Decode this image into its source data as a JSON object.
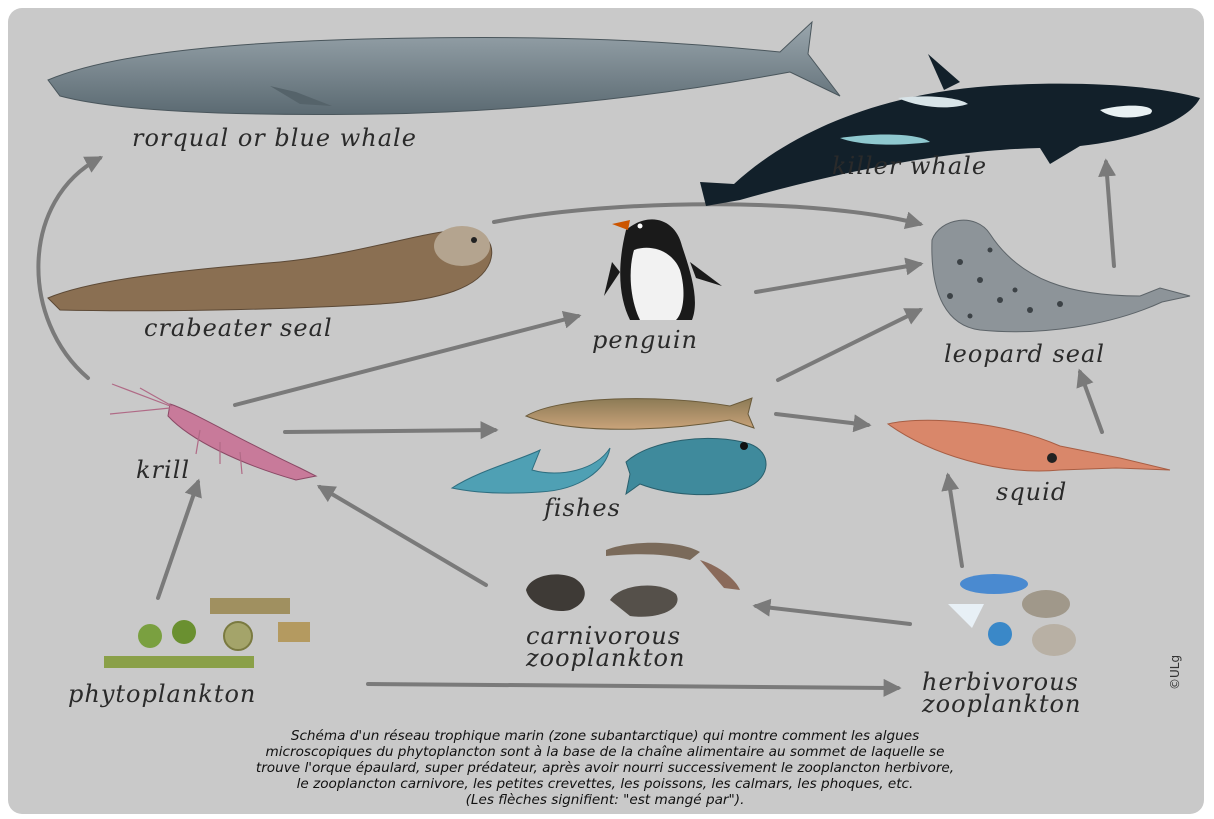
{
  "organisms": {
    "blue_whale": "rorqual or blue whale",
    "killer_whale": "killer whale",
    "crabeater_seal": "crabeater seal",
    "penguin": "penguin",
    "leopard_seal": "leopard seal",
    "krill": "krill",
    "fishes": "fishes",
    "squid": "squid",
    "carnivorous_zooplankton_1": "carnivorous",
    "carnivorous_zooplankton_2": "zooplankton",
    "phytoplankton": "phytoplankton",
    "herbivorous_zooplankton_1": "herbivorous",
    "herbivorous_zooplankton_2": "zooplankton"
  },
  "caption": {
    "line1": "Schéma  d'un réseau trophique marin (zone subantarctique) qui montre comment les algues",
    "line2": "microscopiques du phytoplancton sont à la base de la chaîne alimentaire au sommet de laquelle se",
    "line3": "trouve l'orque épaulard, super prédateur, après avoir nourri successivement le zooplancton herbivore,",
    "line4": "le zooplancton carnivore, les petites crevettes, les poissons, les calmars, les phoques, etc.",
    "line5": "(Les flèches signifient: \"est mangé par\")."
  },
  "credit": "©ULg",
  "colors": {
    "background": "#c9c9c9",
    "arrow": "#7a7a7a",
    "label_text": "#2a2a2a"
  }
}
